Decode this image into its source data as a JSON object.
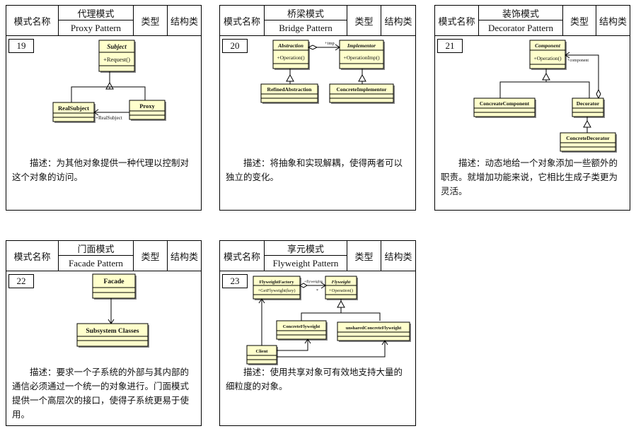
{
  "labels": {
    "mode_name": "模式名称",
    "type_label": "类型",
    "type_value": "结构类"
  },
  "cards": [
    {
      "id": "proxy",
      "number": "19",
      "cn_name": "代理模式",
      "en_name": "Proxy Pattern",
      "description": "描述：为其他对象提供一种代理以控制对这个对象的访问。",
      "diagram": {
        "subject": "Subject",
        "subject_op": "+Request()",
        "real_subject": "RealSubject",
        "proxy": "Proxy",
        "assoc_label": "+RealSubject"
      }
    },
    {
      "id": "bridge",
      "number": "20",
      "cn_name": "桥梁模式",
      "en_name": "Bridge Pattern",
      "description": "描述：将抽象和实现解耦，使得两者可以独立的变化。",
      "diagram": {
        "abstraction": "Abstraction",
        "abstraction_op": "+Operation()",
        "implementor": "Implementor",
        "implementor_op": "+OperationImp()",
        "refined": "RefinedAbstraction",
        "concrete": "ConcreteImplementor",
        "assoc_label": "+imp"
      }
    },
    {
      "id": "decorator",
      "number": "21",
      "cn_name": "装饰模式",
      "en_name": "Decorator Pattern",
      "description": "描述：动态地给一个对象添加一些额外的职责。就增加功能来说，它相比生成子类更为灵活。",
      "diagram": {
        "component": "Component",
        "component_op": "+Operation()",
        "concrete_component": "ConcreateComponent",
        "decorator": "Decorator",
        "concrete_decorator": "ConcreteDecorator",
        "assoc_label": "+component"
      }
    },
    {
      "id": "facade",
      "number": "22",
      "cn_name": "门面模式",
      "en_name": "Facade Pattern",
      "description": "描述：要求一个子系统的外部与其内部的通信必须通过一个统一的对象进行。门面模式提供一个高层次的接口，使得子系统更易于使用。",
      "diagram": {
        "facade": "Facade",
        "subsystem": "Subsystem Classes"
      }
    },
    {
      "id": "flyweight",
      "number": "23",
      "cn_name": "享元模式",
      "en_name": "Flyweight Pattern",
      "description": "描述：使用共享对象可有效地支持大量的细粒度的对象。",
      "diagram": {
        "factory": "FlyweightFactory",
        "factory_op": "+GetFlyweight(key)",
        "flyweight": "Flyweight",
        "flyweight_op": "+Operation()",
        "concrete": "ConcreteFlyweight",
        "unshared": "unsharedConcreteFlyweight",
        "client": "Client",
        "assoc_label": "+flyweights",
        "multiplicity": "*"
      }
    }
  ]
}
